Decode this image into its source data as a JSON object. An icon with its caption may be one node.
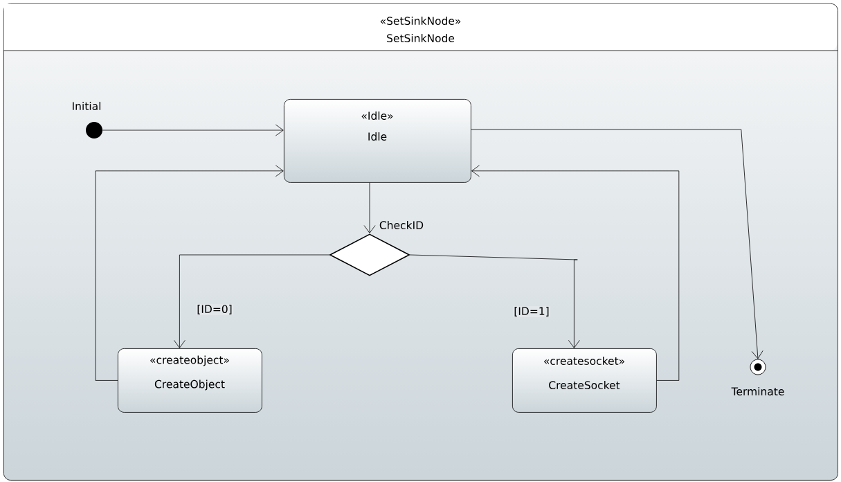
{
  "diagram": {
    "nodes": [
      {
        "text": [
          "«SetSinkNode»",
          "SetSinkNode"
        ]
      },
      {
        "text": [],
        "shape": "circle",
        "beside": [
          "Initial"
        ],
        "in": 0
      },
      {
        "text": [
          "«Idle»",
          "Idle"
        ],
        "in": 0
      },
      {
        "text": [],
        "shape": "diamond",
        "beside": [
          "CheckID"
        ],
        "in": 0
      },
      {
        "text": [
          "«createobject»",
          "CreateObject"
        ],
        "in": 0
      },
      {
        "text": [
          "«createsocket»",
          "CreateSocket"
        ],
        "in": 0
      },
      {
        "text": [],
        "shape": "circle",
        "beside": [
          "Terminate"
        ],
        "in": 0
      }
    ],
    "edges": [
      {
        "from": 1,
        "to": 2,
        "arrow": "to"
      },
      {
        "from": 2,
        "to": 3,
        "arrow": "to"
      },
      {
        "from": 3,
        "to": 4,
        "arrow": "to",
        "label": "[ID=0]"
      },
      {
        "from": 3,
        "to": 5,
        "arrow": "to",
        "label": "[ID=1]"
      },
      {
        "from": 4,
        "to": 2,
        "arrow": "to"
      },
      {
        "from": 5,
        "to": 2,
        "arrow": "to"
      },
      {
        "from": 2,
        "to": 6,
        "arrow": "to"
      }
    ]
  }
}
